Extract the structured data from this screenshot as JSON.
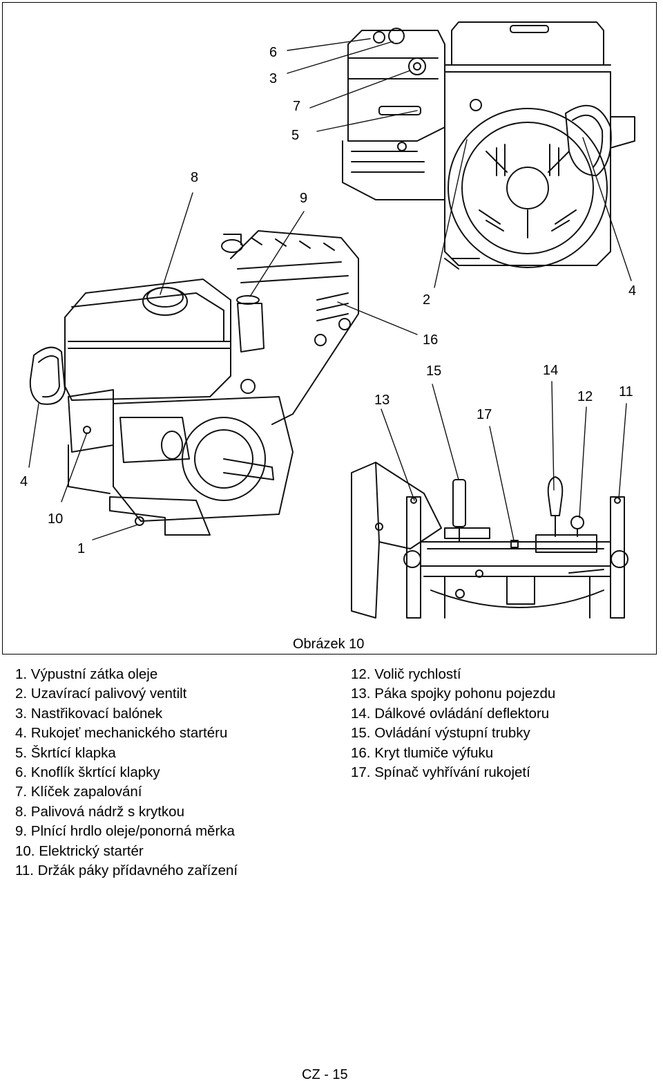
{
  "figure": {
    "caption": "Obrázek 10",
    "callouts": [
      "6",
      "3",
      "7",
      "5",
      "8",
      "9",
      "2",
      "4",
      "16",
      "15",
      "14",
      "13",
      "12",
      "11",
      "17",
      "4",
      "10",
      "1"
    ]
  },
  "legend_left": [
    "1. Výpustní zátka oleje",
    "2. Uzavírací palivový ventilt",
    "3. Nastřikovací balónek",
    "4. Rukojeť mechanického startéru",
    "5. Škrtící klapka",
    "6. Knoflík škrtící klapky",
    "7. Klíček zapalování",
    "8. Palivová nádrž s krytkou",
    "9. Plnící hrdlo oleje/ponorná měrka",
    "10. Elektrický startér",
    "11. Držák páky přídavného zařízení"
  ],
  "legend_right": [
    "12. Volič rychlostí",
    "13. Páka spojky pohonu pojezdu",
    "14. Dálkové ovládání deflektoru",
    "15. Ovládání výstupní trubky",
    "16. Kryt tlumiče výfuku",
    "17. Spínač vyhřívání rukojetí"
  ],
  "page_number": "CZ - 15"
}
